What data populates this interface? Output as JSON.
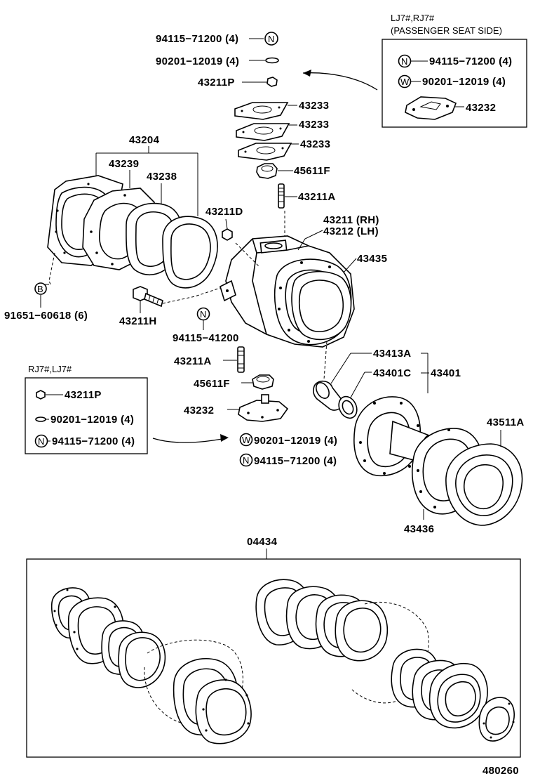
{
  "labels": {
    "p94115_71200_4_top": "94115−71200 (4)",
    "p90201_12019_4_top": "90201−12019 (4)",
    "p43211P_top": "43211P",
    "p43233_1": "43233",
    "p43233_2": "43233",
    "p43233_3": "43233",
    "p43204": "43204",
    "p43239": "43239",
    "p43238": "43238",
    "p45611F_top": "45611F",
    "p43211A_top": "43211A",
    "p43211D": "43211D",
    "p43211_rh": "43211 (RH)",
    "p43212_lh": "43212 (LH)",
    "p43435": "43435",
    "p91651": "91651−60618 (6)",
    "p43211H": "43211H",
    "p94115_41200": "94115−41200",
    "p43211A_bottom": "43211A",
    "p45611F_bottom": "45611F",
    "p43232_bottom": "43232",
    "p43413A": "43413A",
    "p43401C": "43401C",
    "p43401": "43401",
    "p43511A": "43511A",
    "p90201_bottom": "90201−12019 (4)",
    "p94115_bottom": "94115−71200 (4)",
    "p43436": "43436",
    "p04434": "04434",
    "figure_id": "480260"
  },
  "symbols": {
    "N": "N",
    "W": "W",
    "B": "B"
  },
  "box_passenger": {
    "title_line1": "LJ7#,RJ7#",
    "title_line2": "(PASSENGER SEAT SIDE)",
    "item1": "94115−71200 (4)",
    "item2": "90201−12019 (4)",
    "item3": "43232"
  },
  "box_rj7": {
    "title": "RJ7#,LJ7#",
    "item1": "43211P",
    "item2": "90201−12019 (4)",
    "item3": "94115−71200 (4)"
  }
}
